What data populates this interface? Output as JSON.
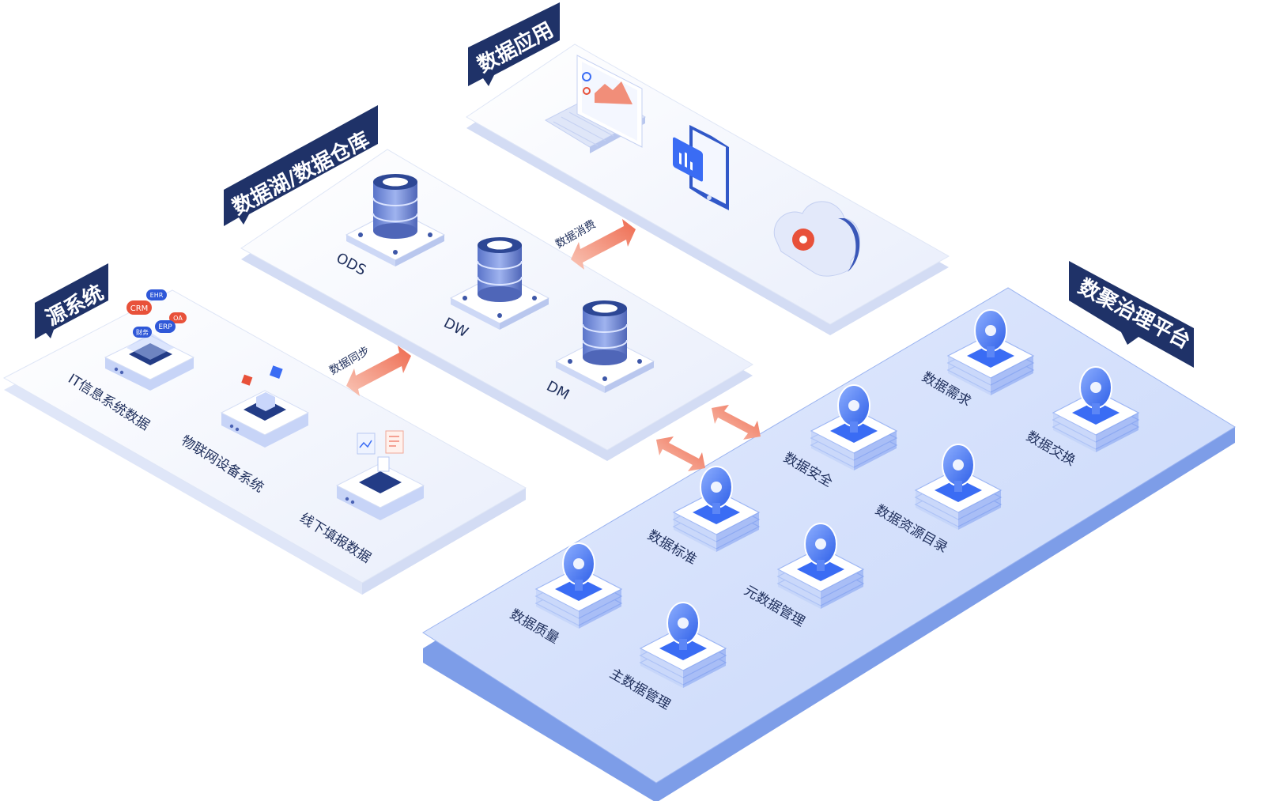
{
  "sections": {
    "source": {
      "tag": "源系统"
    },
    "lake": {
      "tag": "数据湖/数据仓库"
    },
    "app": {
      "tag": "数据应用"
    },
    "gov": {
      "tag": "数聚治理平台"
    }
  },
  "source_items": [
    {
      "label": "IT信息系统数据",
      "icon": "app-box-icon",
      "badges": [
        "CRM",
        "EHR",
        "OA",
        "ERP",
        "财务"
      ]
    },
    {
      "label": "物联网设备系统",
      "icon": "iot-device-icon"
    },
    {
      "label": "线下填报数据",
      "icon": "document-box-icon"
    }
  ],
  "lake_items": [
    {
      "label": "ODS",
      "icon": "database-icon"
    },
    {
      "label": "DW",
      "icon": "database-icon"
    },
    {
      "label": "DM",
      "icon": "database-icon"
    }
  ],
  "app_items": [
    {
      "icon": "laptop-dashboard-icon"
    },
    {
      "icon": "tablet-chart-icon"
    },
    {
      "icon": "cloud-gear-icon"
    }
  ],
  "arrows": {
    "sync": "数据同步",
    "consume": "数据消费"
  },
  "gov_items": [
    {
      "label": "数据需求",
      "icon": "lightning-icon"
    },
    {
      "label": "数据交换",
      "icon": "exchange-icon"
    },
    {
      "label": "数据安全",
      "icon": "shield-icon"
    },
    {
      "label": "数据资源目录",
      "icon": "catalog-icon"
    },
    {
      "label": "数据标准",
      "icon": "clock-icon"
    },
    {
      "label": "元数据管理",
      "icon": "metadata-icon"
    },
    {
      "label": "数据质量",
      "icon": "quality-gear-icon"
    },
    {
      "label": "主数据管理",
      "icon": "check-circle-icon"
    }
  ],
  "colors": {
    "navy": "#1f3268",
    "platform": "#eef2fd",
    "gov_platform": "#cfdcfb",
    "arrow": "#f07b62",
    "accent": "#3a6cf4"
  }
}
